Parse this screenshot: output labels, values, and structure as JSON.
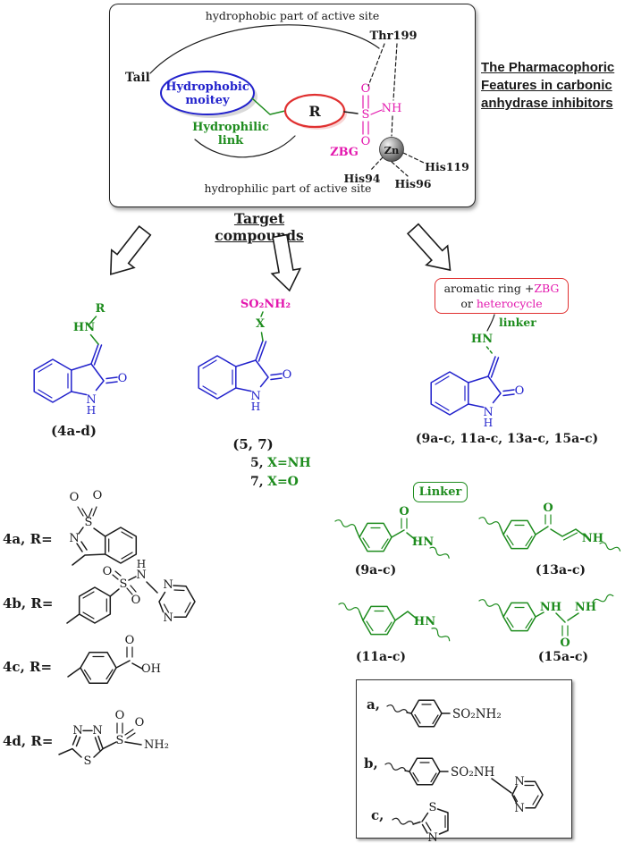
{
  "colors": {
    "blue": "#2222cc",
    "green": "#1e8c1e",
    "magenta": "#e318ae",
    "red": "#e03030",
    "ink": "#1a1a1a"
  },
  "side_title": {
    "line1": "The Pharmacophoric",
    "line2": "Features in carbonic",
    "line3": "anhydrase inhibitors"
  },
  "active_site": {
    "top_region": "hydrophobic part of active site",
    "bottom_region": "hydrophilic part of active site",
    "tail": "Tail",
    "moiety1": "Hydrophobic",
    "moiety2": "moitey",
    "link1": "Hydrophilic",
    "link2": "link",
    "r": "R",
    "zbg": "ZBG",
    "zn": "Zn",
    "thr199": "Thr199",
    "his94": "His94",
    "his96": "His96",
    "his119": "His119"
  },
  "atoms": {
    "o": "O",
    "n": "N",
    "h": "H",
    "s": "S",
    "nh": "NH",
    "hn": "HN",
    "nh2": "NH₂",
    "oh": "OH",
    "x": "X",
    "so2nh2": "SO₂NH₂",
    "so2nh": "SO₂NH",
    "r": "R"
  },
  "target_heading": "Target compounds",
  "compound4": {
    "label": "(4a-d)"
  },
  "compound57": {
    "label": "(5, 7)",
    "line5_num": "5,",
    "line5_eq": "X=NH",
    "line7_num": "7,",
    "line7_eq": "X=O"
  },
  "compound9": {
    "label": "(9a-c, 11a-c, 13a-c, 15a-c)",
    "box_line1_black": "aromatic ring +",
    "box_line1_magenta": "ZBG",
    "box_line2_black": "or ",
    "box_line2_magenta": "heterocycle",
    "linker_word": "linker"
  },
  "rgroup_labels": {
    "a4": "4a, R=",
    "b4": "4b, R=",
    "c4": "4c, R=",
    "d4": "4d, R="
  },
  "linker_box": "Linker",
  "linker_labels": {
    "l9": "(9a-c)",
    "l13": "(13a-c)",
    "l11": "(11a-c)",
    "l15": "(15a-c)"
  },
  "sub_labels": {
    "a": "a,",
    "b": "b,",
    "c": "c,"
  }
}
